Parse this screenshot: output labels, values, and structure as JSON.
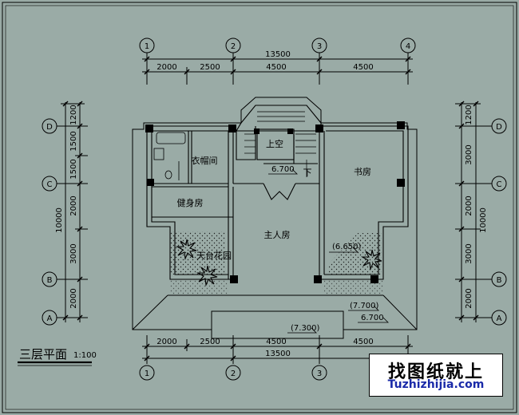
{
  "title": {
    "text": "三层平面",
    "scale": "1:100"
  },
  "axis_top": [
    "1",
    "2",
    "3",
    "4"
  ],
  "axis_bottom": [
    "1",
    "2",
    "3"
  ],
  "axis_left": [
    "D",
    "C",
    "B",
    "A"
  ],
  "axis_right": [
    "D",
    "C",
    "B",
    "A"
  ],
  "dims_top": {
    "total": "13500",
    "parts": [
      "2000",
      "2500",
      "4500",
      "4500"
    ]
  },
  "dims_bottom": {
    "total": "13500",
    "parts": [
      "2000",
      "2500",
      "4500",
      "4500"
    ]
  },
  "dims_left": {
    "total": "10000",
    "parts": [
      "1200",
      "1500",
      "1500",
      "2000",
      "3000",
      "2000"
    ]
  },
  "dims_right": {
    "total": "10000",
    "parts": [
      "1200",
      "3000",
      "2000",
      "3000",
      "2000"
    ]
  },
  "rooms": {
    "void": "上空",
    "closet": "衣帽间",
    "study": "书房",
    "gym": "健身房",
    "master": "主人房",
    "terrace": "天台花园"
  },
  "levels": {
    "stair": "6.700",
    "terrace_right": "(6.650)",
    "roof_a": "(7.700)",
    "roof_b": "6.700",
    "roof_c": "(7.300)"
  },
  "stair_label": "下",
  "watermark": {
    "cn": "找图纸就上",
    "en": "Tuzhizhijia.com"
  },
  "colors": {
    "background": "#9aaba6",
    "line": "#000000",
    "watermark_en": "#1a2aa8"
  }
}
